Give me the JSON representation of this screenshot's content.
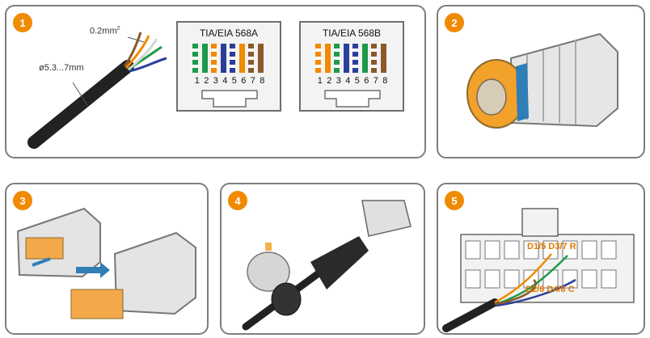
{
  "steps": [
    "1",
    "2",
    "3",
    "4",
    "5"
  ],
  "cable": {
    "wire_gauge": "0.2mm",
    "wire_gauge_sup": "2",
    "outer_diameter": "ø5.3...7mm"
  },
  "standard_a": {
    "title": "TIA/EIA 568A",
    "pins": [
      "1",
      "2",
      "3",
      "4",
      "5",
      "6",
      "7",
      "8"
    ],
    "colors": [
      "#ffffff|#1f9a4a",
      "#1f9a4a",
      "#ffffff|#f08a00",
      "#2a3f9a",
      "#ffffff|#2a3f9a",
      "#f08a00",
      "#ffffff|#8a5a2b",
      "#8a5a2b"
    ]
  },
  "standard_b": {
    "title": "TIA/EIA 568B",
    "pins": [
      "1",
      "2",
      "3",
      "4",
      "5",
      "6",
      "7",
      "8"
    ],
    "colors": [
      "#ffffff|#f08a00",
      "#f08a00",
      "#ffffff|#1f9a4a",
      "#2a3f9a",
      "#ffffff|#2a3f9a",
      "#1f9a4a",
      "#ffffff|#8a5a2b",
      "#8a5a2b"
    ]
  },
  "terminal_labels": {
    "top": "D1/5 D3/7 R",
    "bottom": "D2/6 D4/8 C"
  }
}
